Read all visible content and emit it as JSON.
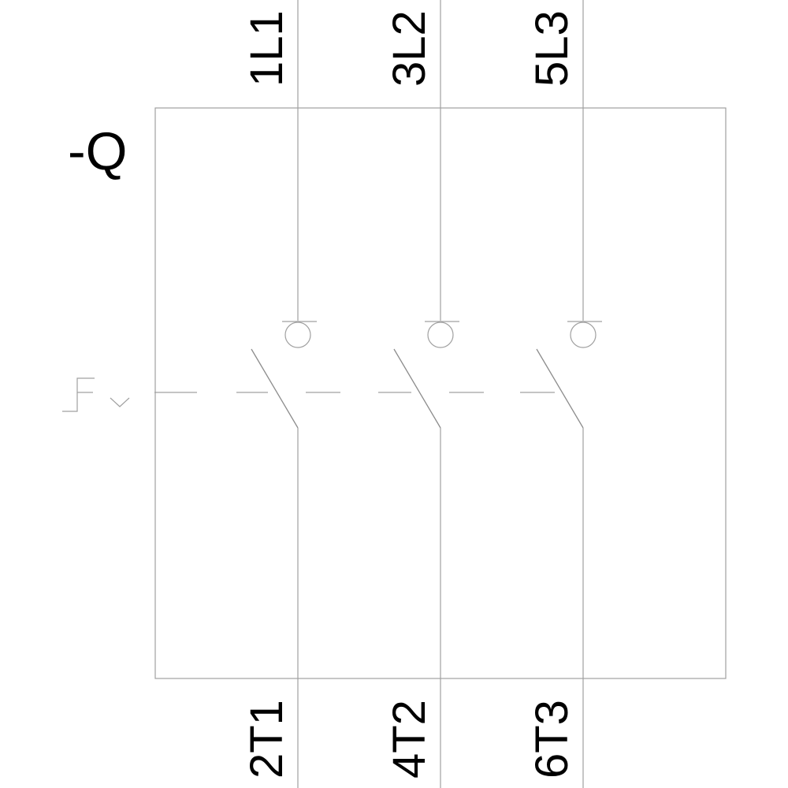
{
  "device": {
    "label": "-Q"
  },
  "poles": [
    {
      "top_label": "1L1",
      "bottom_label": "2T1"
    },
    {
      "top_label": "3L2",
      "bottom_label": "4T2"
    },
    {
      "top_label": "5L3",
      "bottom_label": "6T3"
    }
  ],
  "colors": {
    "line": "#a0a0a0",
    "contact": "#8c8c8c",
    "text": "#000000",
    "background": "#ffffff"
  },
  "icons": {
    "actuator": "manual-actuator-icon",
    "mechanical_link": "dashed-link-icon",
    "contact": "normally-open-contact-icon",
    "terminal": "circle-terminal-icon"
  }
}
